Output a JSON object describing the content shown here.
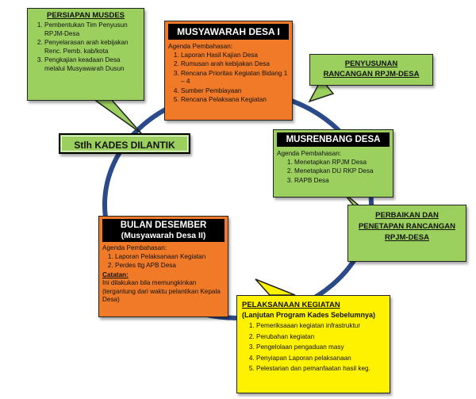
{
  "persiapan": {
    "title": "PERSIAPAN MUSDES",
    "items": [
      "Pembentukan Tim Penyusun RPJM-Desa",
      "Penyelarasan arah kebijakan Renc. Pemb. kab/kota",
      "Pengkajian keadaan Desa melalui Musyawarah Dusun"
    ]
  },
  "musdes1": {
    "title": "MUSYAWARAH DESA I",
    "agenda_label": "Agenda Pembahasan:",
    "items": [
      "Laporan Hasil Kajian Desa",
      "Rumusan arah kebijakan Desa",
      "Rencana Prioritas Kegiatan Bidang 1 – 4",
      "Sumber Pembiayaan",
      "Rencana Pelaksana Kegiatan"
    ]
  },
  "penyusunan": {
    "line1": "PENYUSUNAN",
    "line2": "RANCANGAN RPJM-DESA"
  },
  "kades": {
    "label": "Stlh KADES DILANTIK"
  },
  "musrenbang": {
    "title": "MUSRENBANG DESA",
    "agenda_label": "Agenda Pembahasan:",
    "items": [
      "Menetapkan RPJM Desa",
      "Menetapkan DU RKP Desa",
      "RAPB Desa"
    ]
  },
  "bulan": {
    "title": "BULAN DESEMBER",
    "subtitle": "(Musyawarah Desa II)",
    "agenda_label": "Agenda Pembahasan:",
    "items": [
      "Laporan Pelaksanaan Kegiatan",
      "Perdes ttg APB Desa"
    ],
    "catatan_label": "Catatan:",
    "catatan_text": "Ini dilakukan bila memungkinkan (tergantung dari waktu pelantikan Kepala Desa)"
  },
  "perbaikan": {
    "line1": "PERBAIKAN DAN",
    "line2": "PENETAPAN RANCANGAN",
    "line3": "RPJM-DESA"
  },
  "pelaksanaan": {
    "title": "PELAKSANAAN KEGIATAN",
    "subtitle": "(Lanjutan Program Kades Sebelumnya)",
    "items": [
      "Pemeriksaaan kegiatan infrastruktur",
      "Perubahan kegiatan",
      "Pengelolaan pengaduan masy",
      "Penyiapan Laporan pelaksanaan",
      "Pelestarian dan pemanfaatan hasil keg."
    ]
  },
  "colors": {
    "green": "#9bd05f",
    "orange": "#f07a28",
    "yellow": "#fff200",
    "cycle": "#2b4a8a"
  }
}
